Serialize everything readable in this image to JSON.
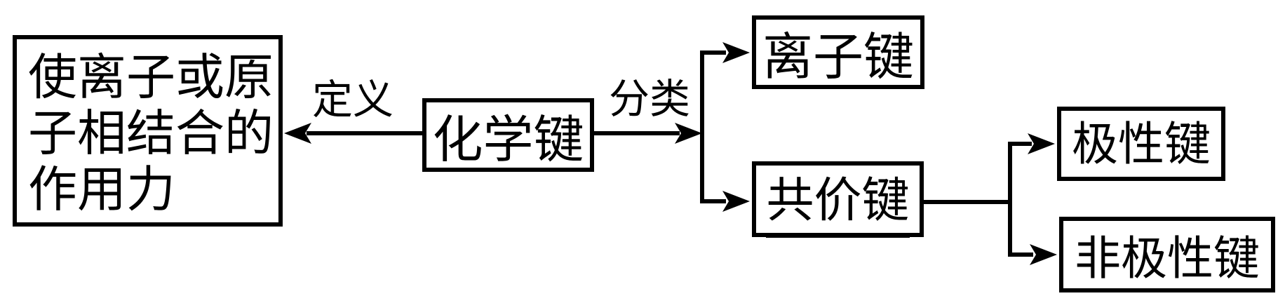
{
  "diagram": {
    "definition_box": {
      "line1": "使离子或原",
      "line2": "子相结合的",
      "line3": "作用力"
    },
    "root": {
      "label": "化学键"
    },
    "edges": {
      "definition_label": "定义",
      "classification_label": "分类"
    },
    "nodes": {
      "ionic": {
        "label": "离子键",
        "underline": false
      },
      "covalent": {
        "label": "共价键",
        "underline": true
      },
      "polar": {
        "label": "极性键",
        "underline": true
      },
      "nonpolar": {
        "label": "非极性键",
        "underline": false
      }
    },
    "colors": {
      "ink": "#000000",
      "background": "#ffffff"
    }
  }
}
